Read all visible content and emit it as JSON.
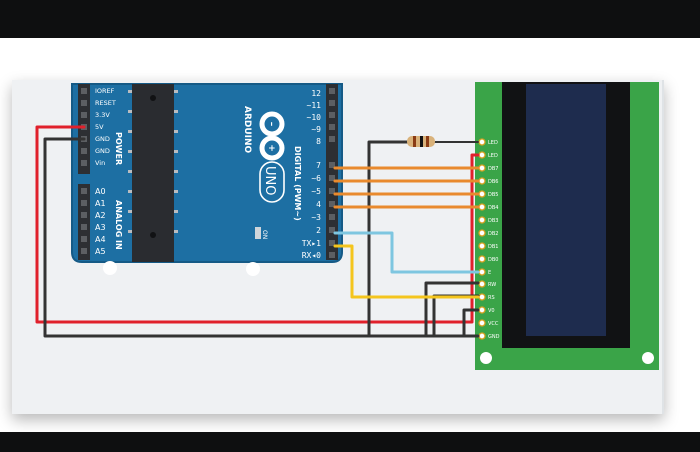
{
  "arduino": {
    "brand": "ARDUINO",
    "model": "UNO",
    "on_label": "ON",
    "power_header_label": "POWER",
    "analog_header_label": "ANALOG IN",
    "digital_header_label": "DIGITAL (PWM~)",
    "power_pins": [
      "IOREF",
      "RESET",
      "3.3V",
      "5V",
      "GND",
      "GND",
      "Vin"
    ],
    "analog_pins": [
      "A0",
      "A1",
      "A2",
      "A3",
      "A4",
      "A5"
    ],
    "digital_pins": [
      "12",
      "~11",
      "~10",
      "~9",
      "8",
      "7",
      "~6",
      "~5",
      "4",
      "~3",
      "2",
      "TX▸1",
      "RX◂0"
    ]
  },
  "lcd": {
    "pins": [
      "LED",
      "LED",
      "DB7",
      "DB6",
      "DB5",
      "DB4",
      "DB3",
      "DB2",
      "DB1",
      "DB0",
      "E",
      "RW",
      "RS",
      "V0",
      "VCC",
      "GND"
    ]
  },
  "colors": {
    "board": "#1d6fa3",
    "lcd_pcb": "#3aa448",
    "lcd_screen": "#1e2c4e",
    "wire_red": "#e0202b",
    "wire_black": "#333333",
    "wire_orange": "#e98a2e",
    "wire_blue": "#7ec6e0",
    "wire_yellow": "#f4c51d"
  }
}
